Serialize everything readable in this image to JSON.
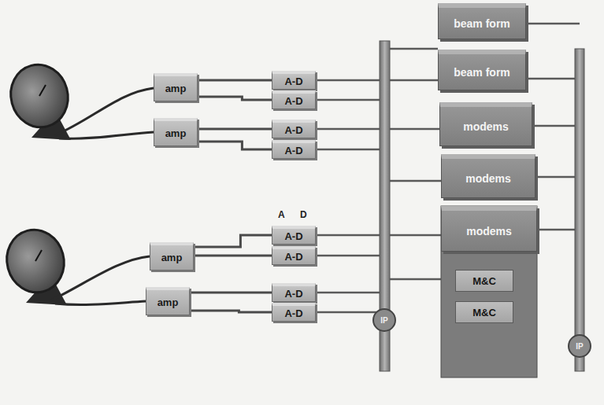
{
  "diagram": {
    "nodes": [
      {
        "text": [
          "amp"
        ]
      },
      {
        "text": [
          "amp"
        ]
      },
      {
        "text": [
          "amp"
        ]
      },
      {
        "text": [
          "amp"
        ]
      },
      {
        "text": [
          "A-D"
        ]
      },
      {
        "text": [
          "A-D"
        ]
      },
      {
        "text": [
          "A-D"
        ]
      },
      {
        "text": [
          "A-D"
        ]
      },
      {
        "text": [
          "A-D"
        ]
      },
      {
        "text": [
          "A-D"
        ]
      },
      {
        "text": [
          "A-D"
        ]
      },
      {
        "text": [
          "A-D"
        ]
      },
      {
        "text": [
          "IP"
        ]
      },
      {
        "text": [
          "beam form"
        ]
      },
      {
        "text": [
          "beam form"
        ]
      },
      {
        "text": [
          "modems"
        ]
      },
      {
        "text": [
          "modems"
        ]
      },
      {
        "text": [
          "modems"
        ]
      },
      {
        "text": [
          "M&C"
        ]
      },
      {
        "text": [
          "M&C"
        ]
      },
      {
        "text": [
          "IP"
        ]
      }
    ],
    "edges": [
      {
        "from": 0,
        "to": 4,
        "arrow": "none"
      },
      {
        "from": 0,
        "to": 5,
        "arrow": "none"
      },
      {
        "from": 1,
        "to": 6,
        "arrow": "none"
      },
      {
        "from": 1,
        "to": 7,
        "arrow": "none"
      },
      {
        "from": 2,
        "to": 8,
        "arrow": "none"
      },
      {
        "from": 2,
        "to": 9,
        "arrow": "none"
      },
      {
        "from": 3,
        "to": 10,
        "arrow": "none"
      },
      {
        "from": 3,
        "to": 11,
        "arrow": "none"
      }
    ],
    "labels": [
      "A",
      "D"
    ]
  }
}
